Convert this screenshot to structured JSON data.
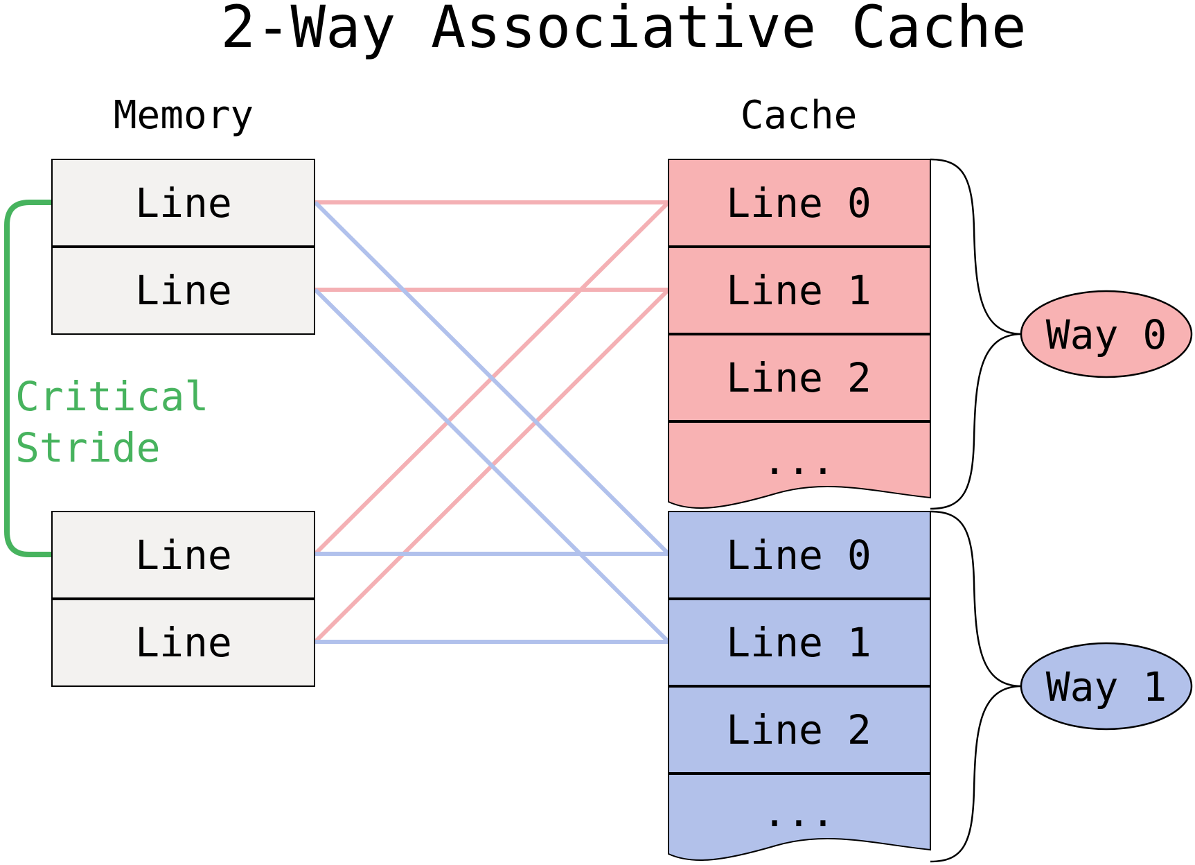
{
  "title": "2-Way Associative Cache",
  "memory": {
    "heading": "Memory",
    "lines": [
      "Line",
      "Line",
      "Line",
      "Line"
    ],
    "fill": "#f3f2f0"
  },
  "critical_stride": {
    "line1": "Critical",
    "line2": "Stride",
    "color": "#47b35e"
  },
  "cache": {
    "heading": "Cache",
    "ways": [
      {
        "name": "Way 0",
        "lines": [
          "Line 0",
          "Line 1",
          "Line 2",
          "..."
        ],
        "fill": "#f8b2b3",
        "line_color": "#f4b0b4"
      },
      {
        "name": "Way 1",
        "lines": [
          "Line 0",
          "Line 1",
          "Line 2",
          "..."
        ],
        "fill": "#b2c1ea",
        "line_color": "#b1c1ec"
      }
    ]
  }
}
